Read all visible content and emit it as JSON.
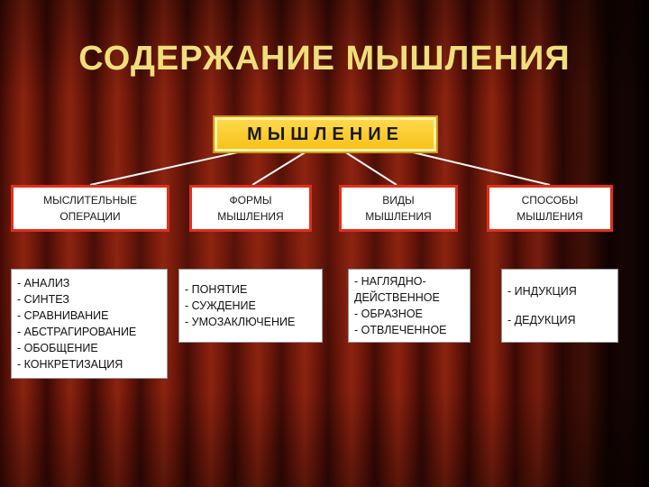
{
  "title": "СОДЕРЖАНИЕ  МЫШЛЕНИЯ",
  "root": "МЫШЛЕНИЕ",
  "categories": [
    {
      "label": "МЫСЛИТЕЛЬНЫЕ\nОПЕРАЦИИ",
      "items": [
        "- АНАЛИЗ",
        "- СИНТЕЗ",
        "- СРАВНИВАНИЕ",
        "- АБСТРАГИРОВАНИЕ",
        "- ОБОБЩЕНИЕ",
        "- КОНКРЕТИЗАЦИЯ"
      ]
    },
    {
      "label": "ФОРМЫ\nМЫШЛЕНИЯ",
      "items": [
        "- ПОНЯТИЕ",
        "- СУЖДЕНИЕ",
        "- УМОЗАКЛЮЧЕНИЕ"
      ]
    },
    {
      "label": "ВИДЫ\nМЫШЛЕНИЯ",
      "items": [
        "- НАГЛЯДНО-",
        "ДЕЙСТВЕННОЕ",
        "- ОБРАЗНОЕ",
        "- ОТВЛЕЧЕННОЕ"
      ]
    },
    {
      "label": "СПОСОБЫ\nМЫШЛЕНИЯ",
      "items": [
        "- ИНДУКЦИЯ",
        "- ДЕДУКЦИЯ"
      ]
    }
  ]
}
